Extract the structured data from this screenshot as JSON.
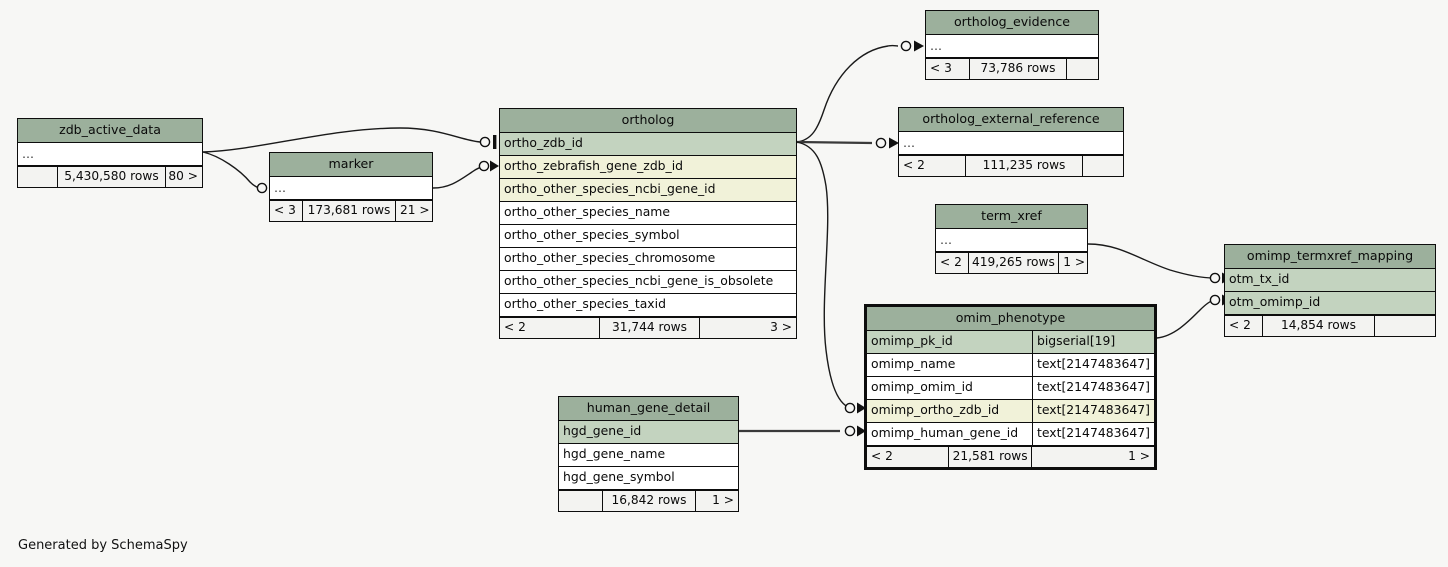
{
  "diagram": {
    "generator_note": "Generated by SchemaSpy",
    "background": "#f7f7f5",
    "header_color": "#9cb09c",
    "pk_color": "#c3d3bf",
    "fk_color": "#f1f2d9",
    "border_color": "#0d0d0d"
  },
  "tables": {
    "zdb_active_data": {
      "name": "zdb_active_data",
      "columns": [
        {
          "name": "…",
          "type": "",
          "kind": "ellipsis"
        }
      ],
      "footer": {
        "left": "",
        "mid": "5,430,580 rows",
        "right": "80 >"
      }
    },
    "marker": {
      "name": "marker",
      "columns": [
        {
          "name": "…",
          "type": "",
          "kind": "ellipsis"
        }
      ],
      "footer": {
        "left": "< 3",
        "mid": "173,681 rows",
        "right": "21 >"
      }
    },
    "ortholog": {
      "name": "ortholog",
      "columns": [
        {
          "name": "ortho_zdb_id",
          "type": "",
          "kind": "pk"
        },
        {
          "name": "ortho_zebrafish_gene_zdb_id",
          "type": "",
          "kind": "fk"
        },
        {
          "name": "ortho_other_species_ncbi_gene_id",
          "type": "",
          "kind": "fk"
        },
        {
          "name": "ortho_other_species_name",
          "type": "",
          "kind": "plain"
        },
        {
          "name": "ortho_other_species_symbol",
          "type": "",
          "kind": "plain"
        },
        {
          "name": "ortho_other_species_chromosome",
          "type": "",
          "kind": "plain"
        },
        {
          "name": "ortho_other_species_ncbi_gene_is_obsolete",
          "type": "",
          "kind": "plain"
        },
        {
          "name": "ortho_other_species_taxid",
          "type": "",
          "kind": "plain"
        }
      ],
      "footer": {
        "left": "< 2",
        "mid": "31,744 rows",
        "right": "3 >"
      }
    },
    "ortholog_evidence": {
      "name": "ortholog_evidence",
      "columns": [
        {
          "name": "…",
          "type": "",
          "kind": "ellipsis"
        }
      ],
      "footer": {
        "left": "< 3",
        "mid": "73,786 rows",
        "right": ""
      }
    },
    "ortholog_external_reference": {
      "name": "ortholog_external_reference",
      "columns": [
        {
          "name": "…",
          "type": "",
          "kind": "ellipsis"
        }
      ],
      "footer": {
        "left": "< 2",
        "mid": "111,235 rows",
        "right": ""
      }
    },
    "term_xref": {
      "name": "term_xref",
      "columns": [
        {
          "name": "…",
          "type": "",
          "kind": "ellipsis"
        }
      ],
      "footer": {
        "left": "< 2",
        "mid": "419,265 rows",
        "right": "1 >"
      }
    },
    "omimp_termxref_mapping": {
      "name": "omimp_termxref_mapping",
      "columns": [
        {
          "name": "otm_tx_id",
          "type": "",
          "kind": "pk"
        },
        {
          "name": "otm_omimp_id",
          "type": "",
          "kind": "pk"
        }
      ],
      "footer": {
        "left": "< 2",
        "mid": "14,854 rows",
        "right": ""
      }
    },
    "omim_phenotype": {
      "name": "omim_phenotype",
      "focus": true,
      "columns": [
        {
          "name": "omimp_pk_id",
          "type": "bigserial[19]",
          "kind": "pk"
        },
        {
          "name": "omimp_name",
          "type": "text[2147483647]",
          "kind": "plain"
        },
        {
          "name": "omimp_omim_id",
          "type": "text[2147483647]",
          "kind": "plain"
        },
        {
          "name": "omimp_ortho_zdb_id",
          "type": "text[2147483647]",
          "kind": "fk"
        },
        {
          "name": "omimp_human_gene_id",
          "type": "text[2147483647]",
          "kind": "plain"
        }
      ],
      "footer": {
        "left": "< 2",
        "mid": "21,581 rows",
        "right": "1 >"
      }
    },
    "human_gene_detail": {
      "name": "human_gene_detail",
      "columns": [
        {
          "name": "hgd_gene_id",
          "type": "",
          "kind": "pk"
        },
        {
          "name": "hgd_gene_name",
          "type": "",
          "kind": "plain"
        },
        {
          "name": "hgd_gene_symbol",
          "type": "",
          "kind": "plain"
        }
      ],
      "footer": {
        "left": "",
        "mid": "16,842 rows",
        "right": "1 >"
      }
    }
  }
}
